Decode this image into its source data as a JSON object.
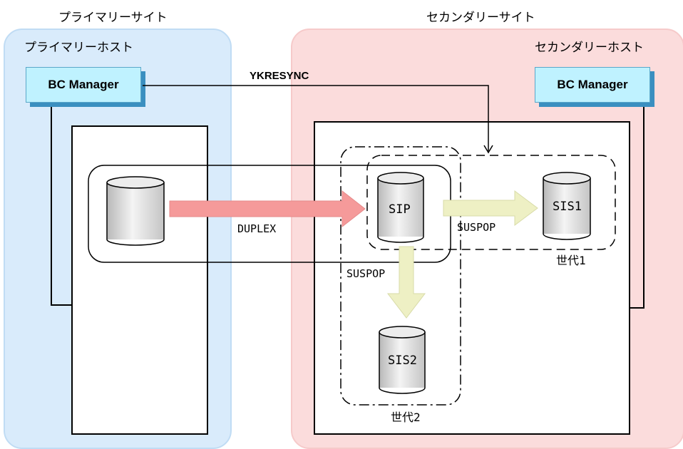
{
  "primary_site": {
    "title": "プライマリーサイト",
    "host_title": "プライマリーホスト",
    "bc_manager": "BC Manager"
  },
  "secondary_site": {
    "title": "セカンダリーサイト",
    "host_title": "セカンダリーホスト",
    "bc_manager": "BC Manager"
  },
  "commands": {
    "ykresync": "YKRESYNC",
    "duplex": "DUPLEX",
    "suspop_right": "SUSPOP",
    "suspop_down": "SUSPOP"
  },
  "volumes": {
    "primary": "",
    "sip": "SIP",
    "sis1": "SIS1",
    "sis2": "SIS2"
  },
  "generations": {
    "gen1": "世代1",
    "gen2": "世代2"
  },
  "colors": {
    "primary_site_bg": "#d9ebfb",
    "secondary_site_bg": "#fbdcdc",
    "bc_manager_fill": "#bff2ff",
    "duplex_arrow": "#f59a9a",
    "suspop_arrow": "#eef0c4"
  }
}
